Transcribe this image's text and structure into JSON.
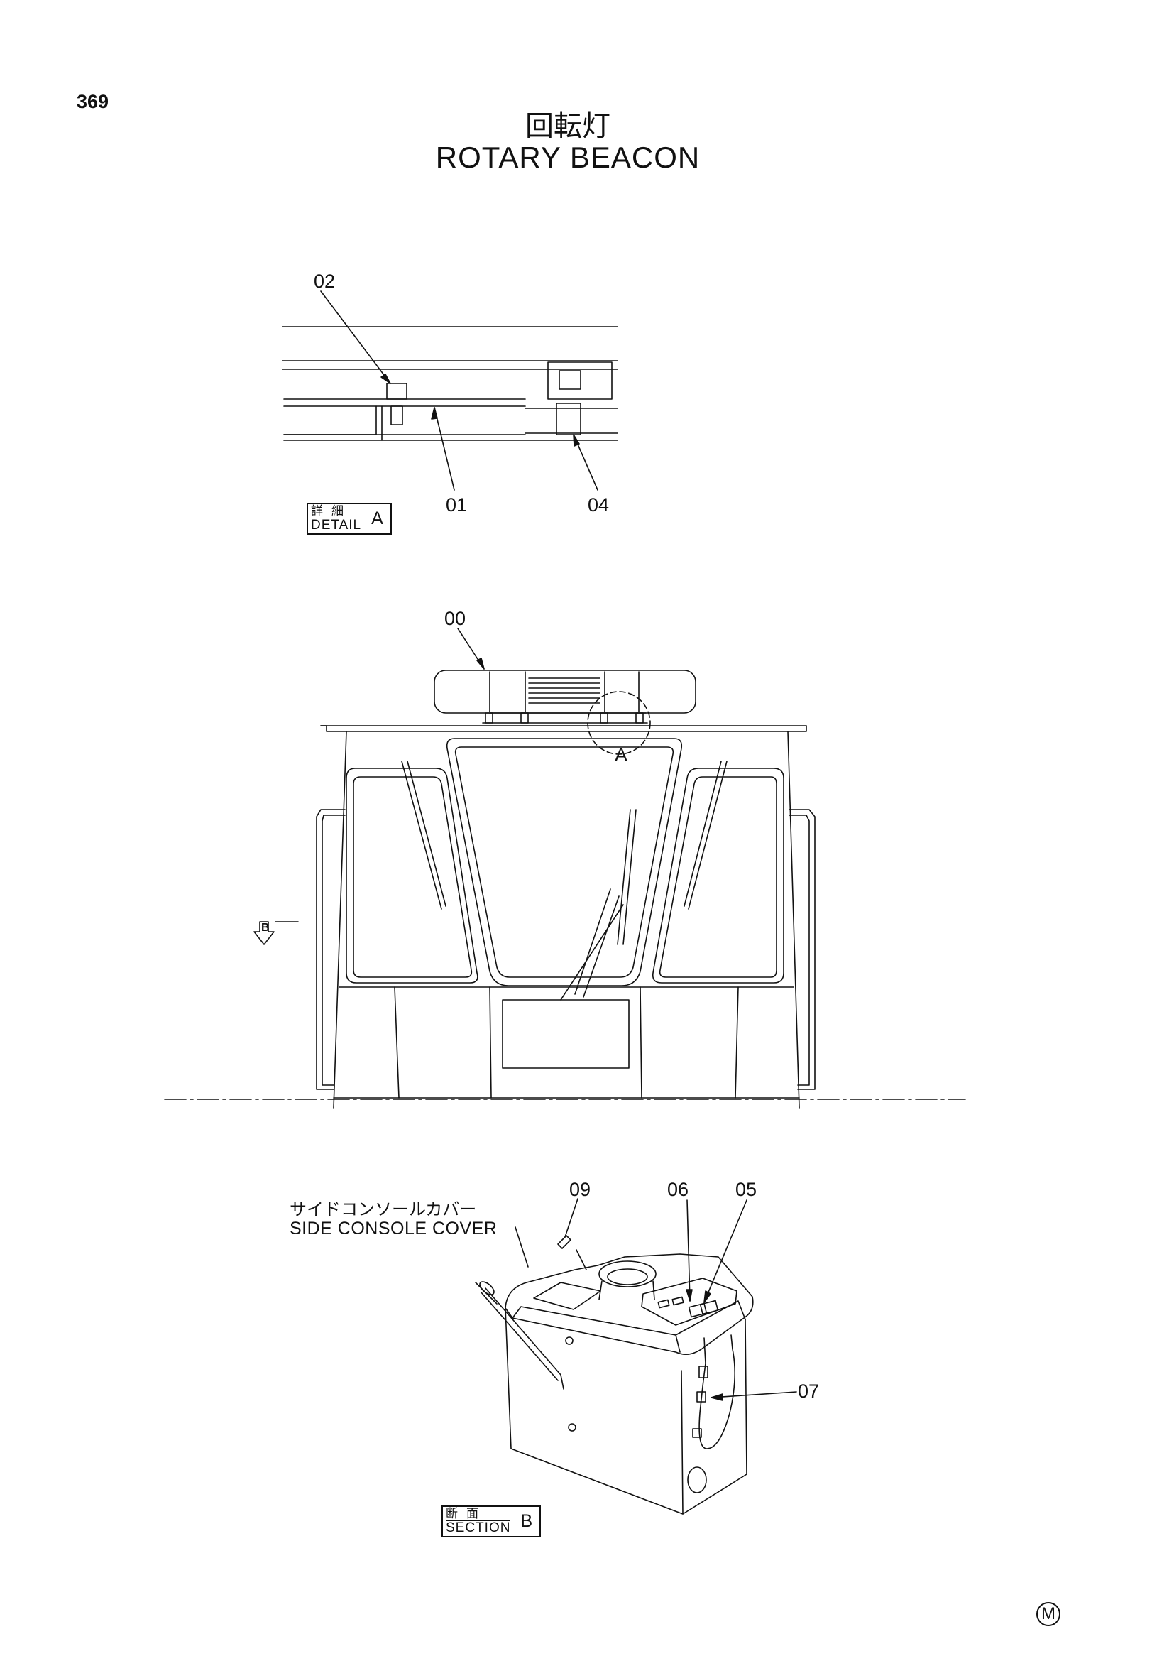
{
  "page": {
    "number": "369",
    "title_jp": "回転灯",
    "title_en": "ROTARY BEACON"
  },
  "detail_a": {
    "tag_jp": "詳細",
    "tag_en": "DETAIL",
    "tag_letter": "A",
    "callouts": [
      "02",
      "01",
      "04"
    ]
  },
  "cab_view": {
    "callouts": [
      "00"
    ],
    "detail_ref": "A",
    "section_ref": "B"
  },
  "section_b": {
    "tag_jp": "断面",
    "tag_en": "SECTION",
    "tag_letter": "B",
    "label_jp": "サイドコンソールカバー",
    "label_en": "SIDE CONSOLE COVER",
    "callouts": [
      "09",
      "06",
      "05",
      "07"
    ]
  },
  "footer": {
    "mark": "M"
  }
}
